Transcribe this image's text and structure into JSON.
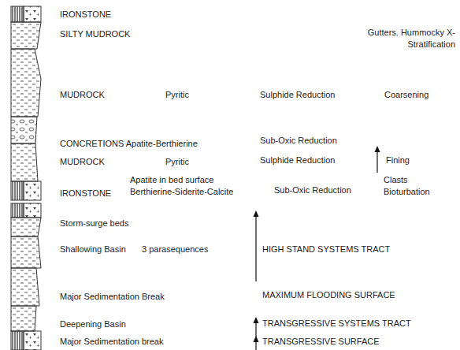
{
  "diagram": {
    "labels": [
      "IRONSTONE",
      "SILTY MUDROCK",
      "Gutters. Hummocky X-Stratification",
      "MUDROCK",
      "Pyritic",
      "Sulphide Reduction",
      "Coarsening",
      "CONCRETIONS Apatite-Berthierine",
      "Sub-Oxic Reduction",
      "MUDROCK",
      "Pyritic",
      "Sulphide Reduction",
      "Fining",
      "Apatite in bed surface",
      "Clasts",
      "Berthierine-Siderite-Calcite",
      "IRONSTONE",
      "Sub-Oxic Reduction",
      "Bioturbation",
      "Storm-surge beds",
      "Shallowing Basin",
      "3 parasequences",
      "HIGH STAND SYSTEMS TRACT",
      "Major Sedimentation Break",
      "MAXIMUM FLOODING SURFACE",
      "Deepening Basin",
      "TRANSGRESSIVE SYSTEMS TRACT",
      "Major Sedimentation break",
      "TRANSGRESSIVE SURFACE"
    ]
  }
}
